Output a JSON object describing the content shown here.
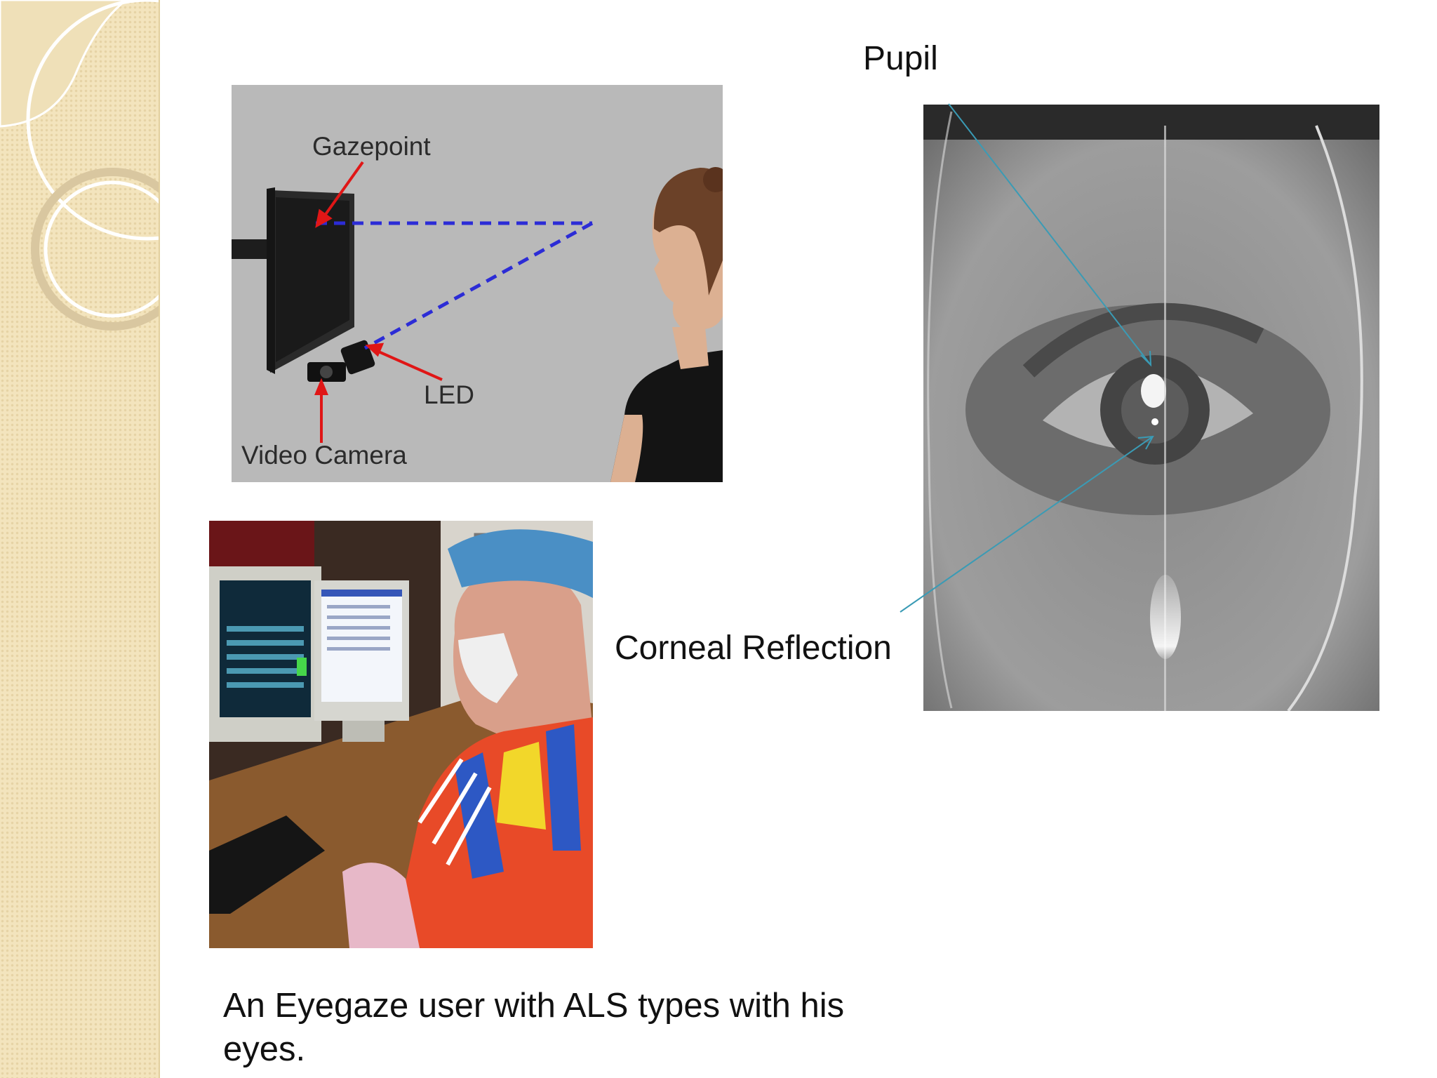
{
  "slide": {
    "labels": {
      "pupil": "Pupil",
      "corneal_reflection": "Corneal Reflection"
    },
    "setup_diagram": {
      "gazepoint_label": "Gazepoint",
      "led_label": "LED",
      "video_camera_label": "Video Camera"
    },
    "caption": "An Eyegaze user with ALS types with his eyes."
  },
  "colors": {
    "side_band": "#f3e4bd",
    "callout_arrow": "#3a9bb5",
    "gaze_line": "#2c2cd6",
    "red_arrow": "#e01616"
  }
}
